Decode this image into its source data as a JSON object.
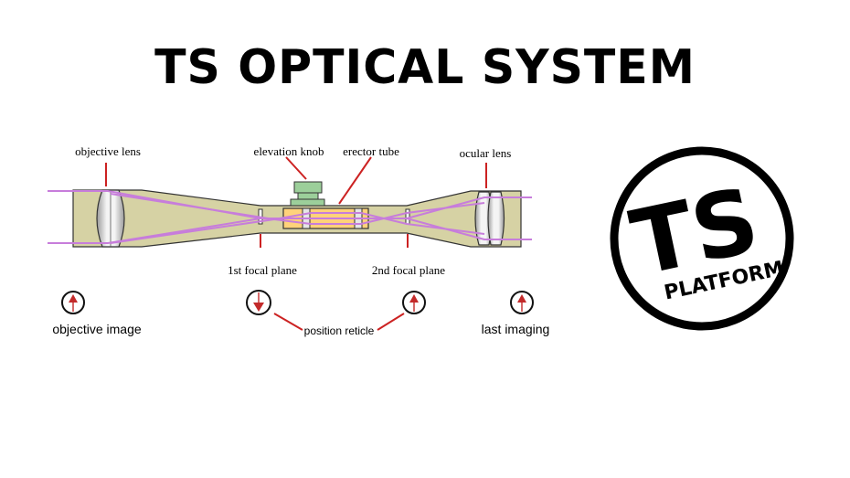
{
  "title": "TS OPTICAL SYSTEM",
  "labels": {
    "objective_lens": "objective lens",
    "elevation_knob": "elevation knob",
    "erector_tube": "erector tube",
    "ocular_lens": "ocular lens",
    "first_focal_plane": "1st focal plane",
    "second_focal_plane": "2nd focal plane",
    "objective_image": "objective image",
    "position_reticle": "position reticle",
    "last_imaging": "last imaging"
  },
  "logo": {
    "main_text": "TS",
    "sub_text": "PLATFORM"
  },
  "colors": {
    "tube_fill": "#d6d2a4",
    "ray": "#c77ddb",
    "leader": "#cc2222",
    "erector_fill": "#ffd27a",
    "knob": "#9ccf9a",
    "lens_fill": "#e2e2e2",
    "arrow": "#c32a2a"
  }
}
